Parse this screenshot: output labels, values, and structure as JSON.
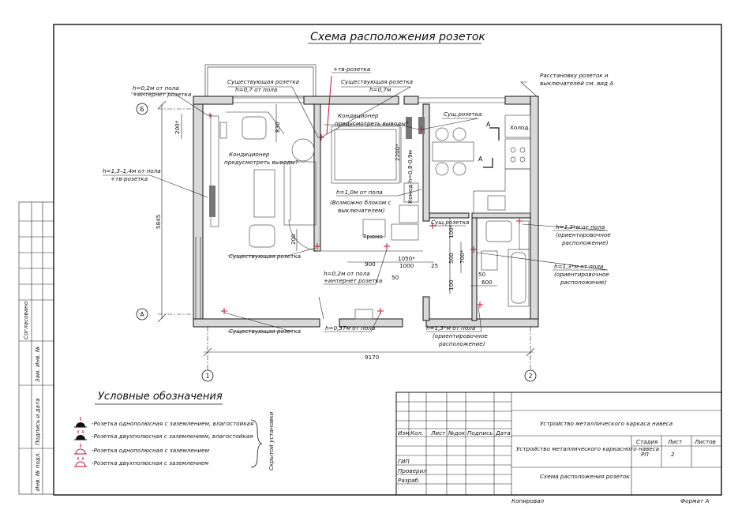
{
  "title": "Схема расположения розеток",
  "labels": {
    "l1": "h=0,2м от пола",
    "l1b": "+интернет розетка",
    "l2": "Существующая розетка",
    "l2b": "h=0,7 от пола",
    "l3": "+тв-розетка",
    "l4": "Существующая розетка",
    "l4b": "h=0,7м",
    "l5": "Расстановку розеток и",
    "l5b": "выключателей см. вид А",
    "l6": "Сущ.розетка",
    "l7": "Кондиционер",
    "l7b": "предусмотреть выводы?",
    "l8": "Кондиционер",
    "l8b": "предусмотреть выводы?",
    "l9": "h=1,3–1,4м от пола",
    "l9b": "+тв-розетка",
    "l10": "h=1,0м от пола",
    "l10b": "(Возможно блоком с",
    "l10c": "выключателем)",
    "l11": "Сущ.розетка",
    "l12": "h=1,3*м от пола",
    "l12b": "(ориентировочное",
    "l12c": "расположение)",
    "l13": "h=1,3*м от пола",
    "l13b": "(ориентировочное",
    "l13c": "расположение)",
    "l14": "Существующая розетка",
    "l15": "h=0,2м от пола",
    "l15b": "+интернет розетка",
    "l16": "Существующая розетка",
    "l17": "h=0,37м от пола",
    "l18": "h=1,3*м от пола",
    "l18b": "(ориентировочное",
    "l18c": "расположение)",
    "trumo": "Трюмо",
    "holod": "Холод.",
    "komod": "Комод h=0,8-0,9м",
    "viewA": "А"
  },
  "dims": {
    "d830": "830",
    "d200a": "200*",
    "d2200": "2200*",
    "d5845": "5845",
    "d200b": "200",
    "d900": "900",
    "d1050": "1050*",
    "d1000": "1000",
    "d25": "25",
    "d50a": "50",
    "d100a": "100*",
    "d500": "500",
    "d700": "700*",
    "d50b": "50",
    "d600": "600",
    "d100b": "100",
    "d9170": "9170"
  },
  "axes": {
    "b": "Б",
    "a": "А",
    "one": "1",
    "two": "2"
  },
  "legend": {
    "title": "Условные обозначения",
    "items": [
      "-Розетка однополюсная с заземлением, влагостойкая",
      "-Розетка двухполюсная с заземлением, влагостойкая",
      "-Розетка однополюсная с заземлением",
      "-Розетка двухполюсная с заземлением"
    ],
    "hidden": "Скрытой установки"
  },
  "side": {
    "soglas": "Согласовано",
    "inv1": "Инв. № подл.",
    "podp": "Подпись и дата",
    "zam": "Зам. Инв. №"
  },
  "stamp": {
    "project": "Устройство металлического каркаса навеса",
    "cols": [
      "Изм",
      "Кол.",
      "Лист",
      "№док",
      "Подпись",
      "Дата"
    ],
    "gip": "ГИП",
    "proveril": "Проверил",
    "razrab": "Разраб.",
    "desc": "Устройство металлического каркасного навеса",
    "stadia": "Стадия",
    "list": "Лист",
    "listov": "Листов",
    "stadia_v": "РП",
    "list_v": "2",
    "listov_v": "",
    "sheet": "Схема расположения розеток",
    "kopir": "Копировал",
    "format": "Формат А"
  }
}
